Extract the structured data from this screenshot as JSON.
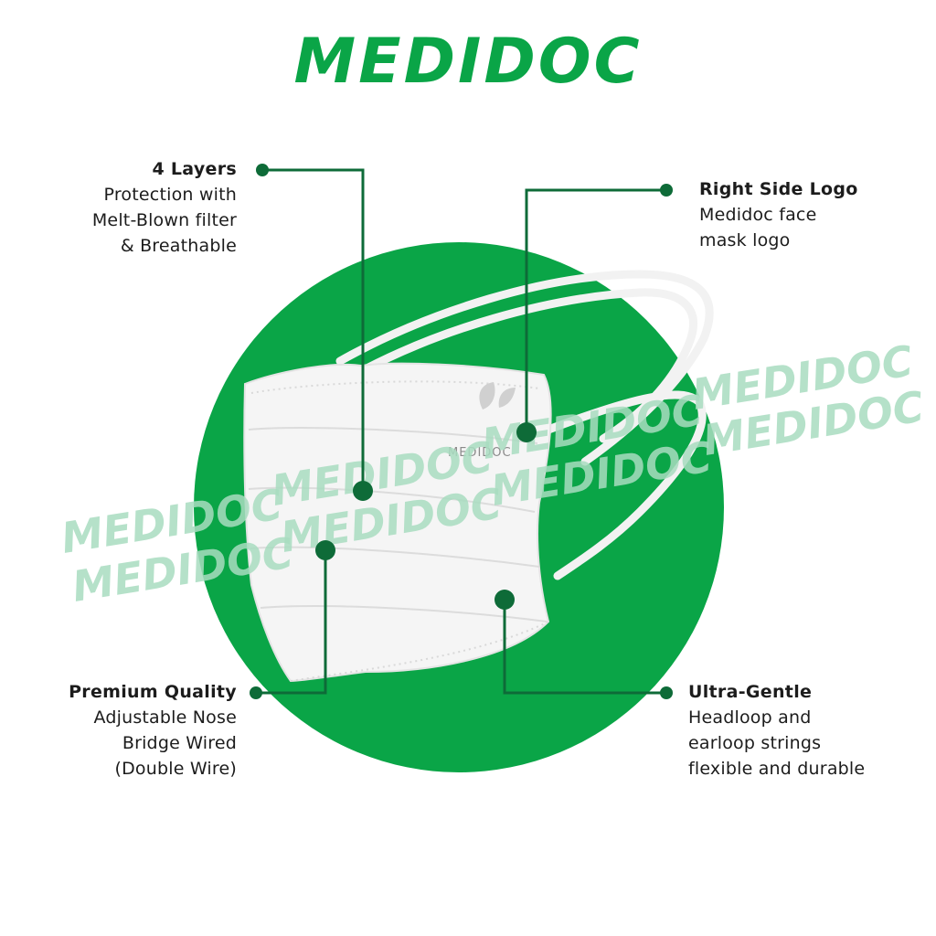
{
  "brand": {
    "name": "MEDIDOC",
    "color": "#0aa547"
  },
  "watermark": {
    "text": "MEDIDOC",
    "color": "#a8dcc0"
  },
  "mask_print": "MEDIDOC",
  "colors": {
    "circle": "#0aa547",
    "callout": "#0e6b38",
    "mask": "#f4f4f4"
  },
  "features": {
    "layers": {
      "title": "4 Layers",
      "lines": [
        "Protection with",
        "Melt-Blown filter",
        "& Breathable"
      ]
    },
    "logo": {
      "title": "Right Side Logo",
      "lines": [
        "Medidoc face",
        "mask logo"
      ]
    },
    "quality": {
      "title": "Premium Quality",
      "lines": [
        "Adjustable Nose",
        "Bridge Wired",
        "(Double Wire)"
      ]
    },
    "gentle": {
      "title": "Ultra-Gentle",
      "lines": [
        "Headloop and",
        "earloop strings",
        "flexible and durable"
      ]
    }
  }
}
